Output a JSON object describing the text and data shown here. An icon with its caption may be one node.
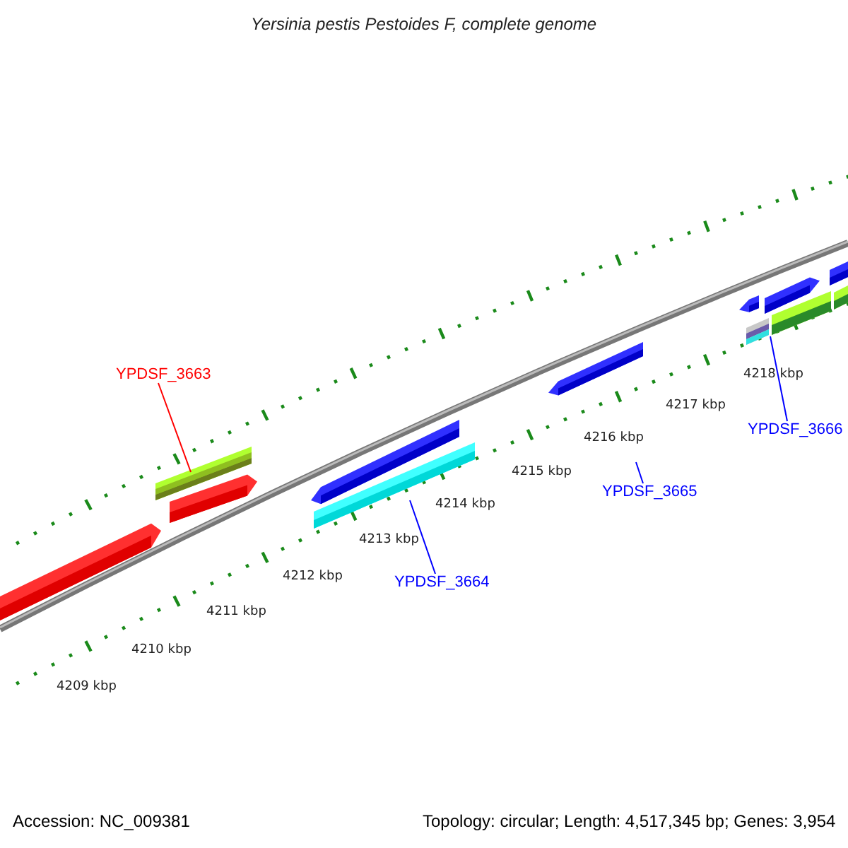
{
  "diagram": {
    "title": "Yersinia pestis Pestoides F, complete genome",
    "nodes": [
      {
        "text": [
          "YPDSF_3663"
        ]
      },
      {
        "text": [],
        "shape": "arrow"
      },
      {
        "text": [],
        "shape": "bar"
      },
      {
        "text": [],
        "shape": "arrow"
      },
      {
        "text": [],
        "shape": "arrow"
      },
      {
        "text": [],
        "shape": "bar"
      },
      {
        "text": [
          "YPDSF_3664"
        ]
      },
      {
        "text": [],
        "shape": "arrow"
      },
      {
        "text": [
          "YPDSF_3665"
        ]
      },
      {
        "text": [],
        "shape": "arrow"
      },
      {
        "text": [],
        "shape": "bar"
      },
      {
        "text": [],
        "shape": "arrow"
      },
      {
        "text": [],
        "shape": "bar"
      },
      {
        "text": [],
        "shape": "bar"
      },
      {
        "text": [],
        "shape": "bar"
      },
      {
        "text": [
          "YPDSF_3666"
        ]
      }
    ],
    "edges": [
      {
        "from": 0,
        "to": 2,
        "arrow": "none",
        "color": "#ff0000"
      },
      {
        "from": 6,
        "to": 5,
        "arrow": "none"
      },
      {
        "from": 8,
        "to": null,
        "arrow": "none"
      },
      {
        "from": 15,
        "to": 10,
        "arrow": "none"
      }
    ],
    "labels": [
      "4209 kbp",
      "4210 kbp",
      "4211 kbp",
      "4212 kbp",
      "4213 kbp",
      "4214 kbp",
      "4215 kbp",
      "4216 kbp",
      "4217 kbp",
      "4218 kbp",
      "Accession: NC_009381",
      "Topology: circular; Length: 4,517,345 bp; Genes: 3,954"
    ]
  }
}
